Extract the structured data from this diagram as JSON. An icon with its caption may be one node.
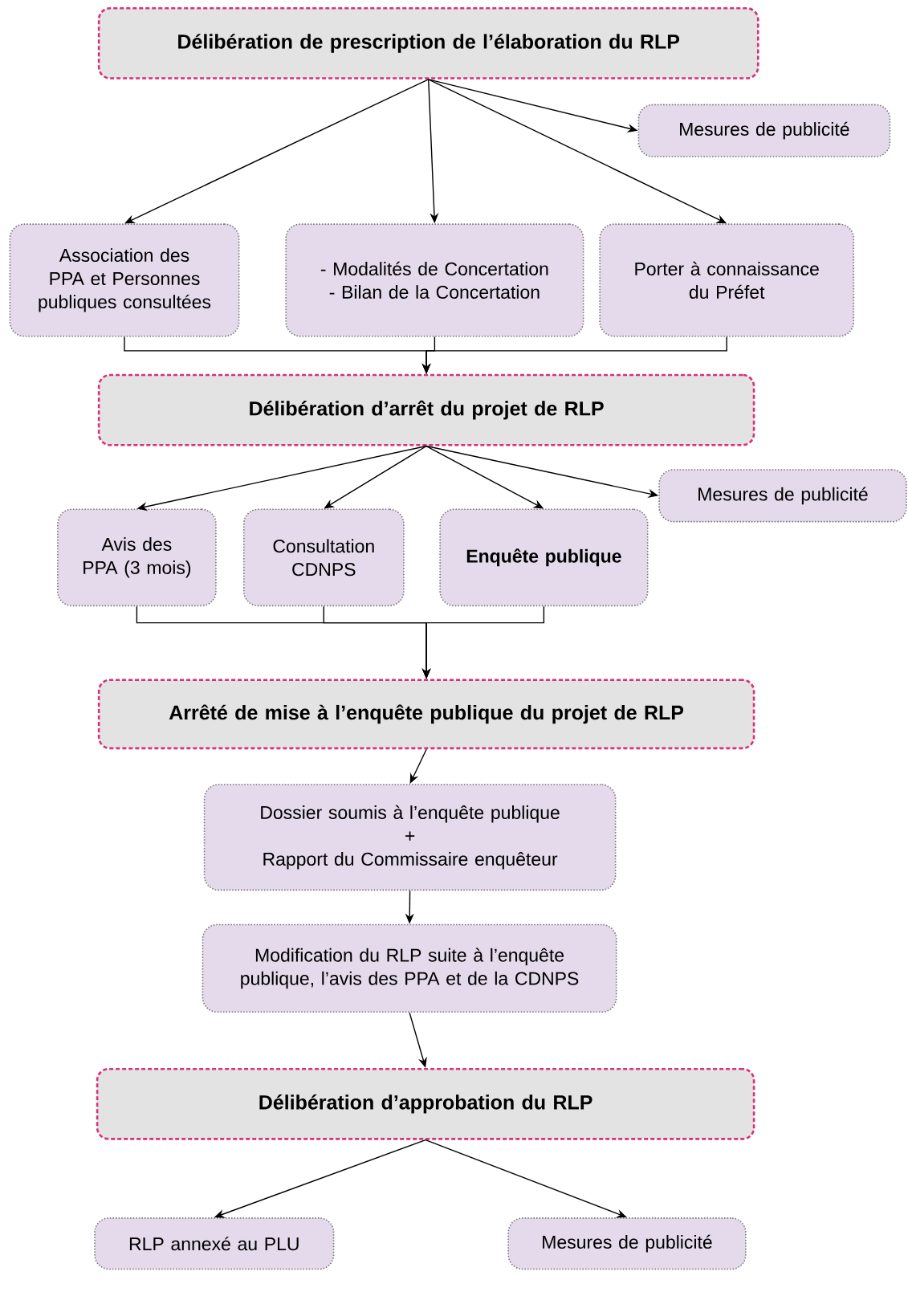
{
  "diagram": {
    "nodes": [
      {
        "text": [
          "Délibération de prescription de l’élaboration du RLP"
        ]
      },
      {
        "text": [
          "Mesures de publicité"
        ]
      },
      {
        "text": [
          "Association des PPA et Personnes publiques consultées"
        ]
      },
      {
        "text": [
          "- Modalités de Concertation - Bilan de la Concertation"
        ]
      },
      {
        "text": [
          "Porter à connaissance du Préfet"
        ]
      },
      {
        "text": [
          "Délibération d’arrêt du projet de RLP"
        ]
      },
      {
        "text": [
          "Mesures de publicité"
        ]
      },
      {
        "text": [
          "Avis des PPA (3 mois)"
        ]
      },
      {
        "text": [
          "Consultation CDNPS"
        ]
      },
      {
        "text": [
          "Enquête publique"
        ]
      },
      {
        "text": [
          "Arrêté de mise à l’enquête publique du projet de RLP"
        ]
      },
      {
        "text": [
          "Dossier soumis à l’enquête publique",
          "+",
          "Rapport du Commissaire enquêteur"
        ]
      },
      {
        "text": [
          "Modification du RLP suite à l’enquête publique, l’avis des PPA et de la CDNPS"
        ]
      },
      {
        "text": [
          "Délibération d’approbation du RLP"
        ]
      },
      {
        "text": [
          "RLP annexé au PLU"
        ]
      },
      {
        "text": [
          "Mesures de publicité"
        ]
      }
    ],
    "edges": [
      {
        "from": 0,
        "to": 1,
        "arrow": "to"
      },
      {
        "from": 0,
        "to": 2,
        "arrow": "to"
      },
      {
        "from": 0,
        "to": 3,
        "arrow": "to"
      },
      {
        "from": 0,
        "to": 4,
        "arrow": "to"
      },
      {
        "from": 2,
        "to": 5,
        "arrow": "to"
      },
      {
        "from": 3,
        "to": 5,
        "arrow": "to"
      },
      {
        "from": 4,
        "to": 5,
        "arrow": "to"
      },
      {
        "from": 5,
        "to": 6,
        "arrow": "to"
      },
      {
        "from": 5,
        "to": 7,
        "arrow": "to"
      },
      {
        "from": 5,
        "to": 8,
        "arrow": "to"
      },
      {
        "from": 5,
        "to": 9,
        "arrow": "to"
      },
      {
        "from": 7,
        "to": 10,
        "arrow": "to"
      },
      {
        "from": 8,
        "to": 10,
        "arrow": "to"
      },
      {
        "from": 9,
        "to": 10,
        "arrow": "to"
      },
      {
        "from": 10,
        "to": 11,
        "arrow": "to"
      },
      {
        "from": 11,
        "to": 12,
        "arrow": "to"
      },
      {
        "from": 12,
        "to": 13,
        "arrow": "to"
      },
      {
        "from": 13,
        "to": 14,
        "arrow": "to"
      },
      {
        "from": 13,
        "to": 15,
        "arrow": "to"
      }
    ]
  }
}
